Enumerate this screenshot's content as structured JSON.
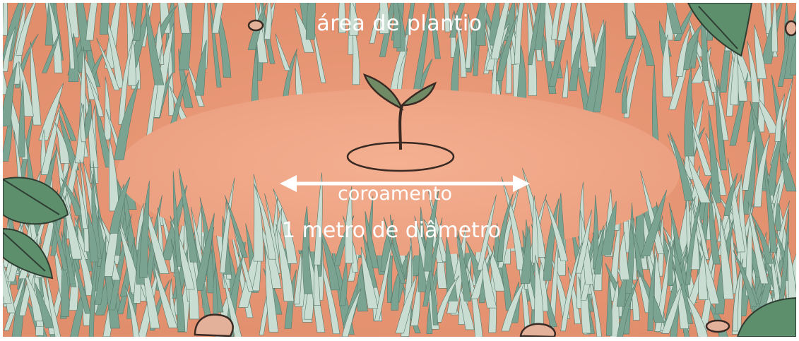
{
  "labels": {
    "planting_area": "área de plantio",
    "crowning": "coroamento",
    "diameter": "1 metro de diâmetro"
  },
  "colors": {
    "soil": "#e89a7a",
    "cleared_area": "#f0aa88",
    "grass_light": "#c9ddd2",
    "grass_dark": "#7aa392",
    "leaf": "#5e8f6c",
    "outline": "#3a2a24",
    "text": "#ffffff"
  }
}
